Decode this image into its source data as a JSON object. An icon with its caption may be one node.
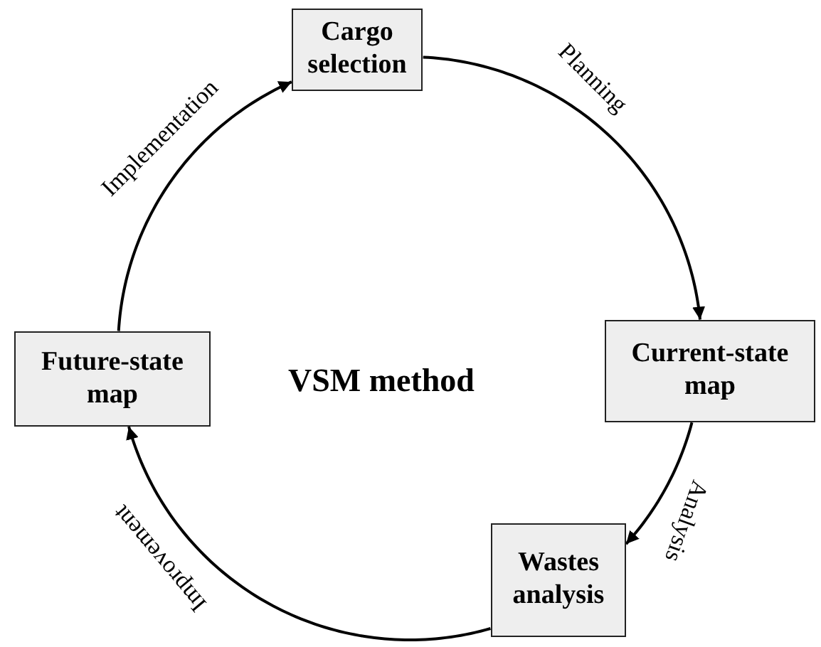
{
  "diagram": {
    "nodes": [
      {
        "text": [
          "Cargo selection"
        ]
      },
      {
        "text": [
          "Current-state map"
        ]
      },
      {
        "text": [
          "Wastes analysis"
        ]
      },
      {
        "text": [
          "Future-state map"
        ]
      }
    ],
    "edges": [
      {
        "from": 0,
        "to": 1,
        "arrow": "to",
        "label": "Planning"
      },
      {
        "from": 1,
        "to": 2,
        "arrow": "to",
        "label": "Analysis"
      },
      {
        "from": 2,
        "to": 3,
        "arrow": "to",
        "label": "Improvement"
      },
      {
        "from": 3,
        "to": 0,
        "arrow": "to",
        "label": "Implementation"
      }
    ],
    "labels": [
      "VSM method"
    ]
  }
}
